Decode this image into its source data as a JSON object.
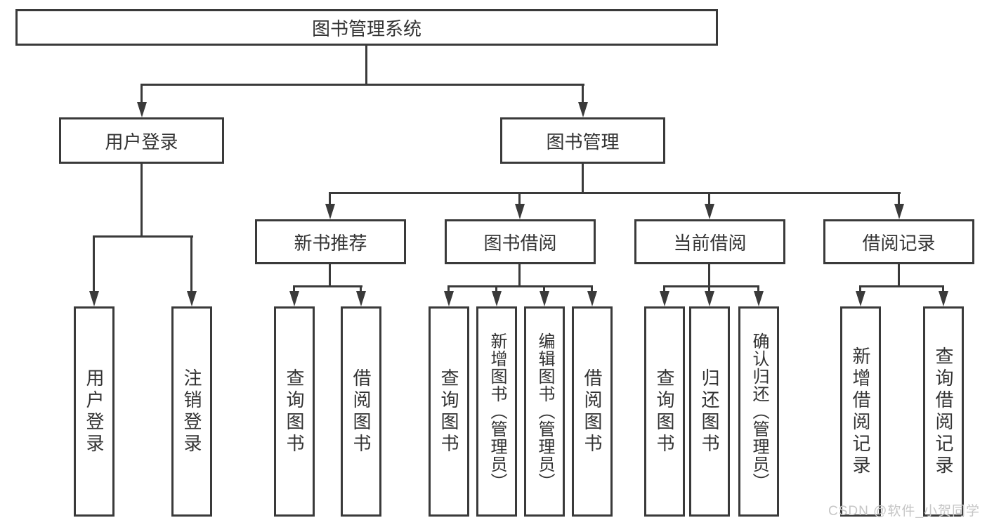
{
  "diagram": {
    "title_node": "图书管理系统",
    "nodes": {
      "root": "图书管理系统",
      "user_login": "用户登录",
      "book_mgmt": "图书管理",
      "user_login_children": [
        "用户登录",
        "注销登录"
      ],
      "book_mgmt_children": [
        "新书推荐",
        "图书借阅",
        "当前借阅",
        "借阅记录"
      ],
      "new_book_children": [
        "查询图书",
        "借阅图书"
      ],
      "book_borrow_children": [
        "查询图书",
        "新增图书（管理员）",
        "编辑图书（管理员）",
        "借阅图书"
      ],
      "current_borrow_children": [
        "查询图书",
        "归还图书",
        "确认归还（管理员）"
      ],
      "borrow_record_children": [
        "新增借阅记录",
        "查询借阅记录"
      ]
    },
    "colors": {
      "line": "#3a3a3a",
      "box_border": "#3a3a3a",
      "text": "#333333",
      "background": "#ffffff",
      "watermark": "#c6c6c6"
    }
  },
  "watermark": {
    "text": "CSDN @软件_小贺同学"
  }
}
